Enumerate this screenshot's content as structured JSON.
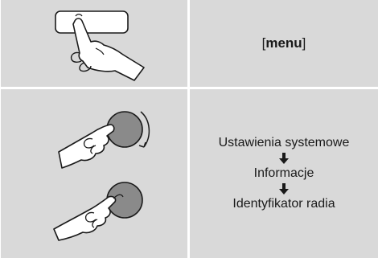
{
  "rows": [
    {
      "illustration": "finger-pressing-button-icon",
      "text": {
        "bracket_open": "[",
        "label": "menu",
        "bracket_close": "]"
      }
    },
    {
      "illustrations": [
        "hand-turning-knob-icon",
        "finger-pressing-knob-icon"
      ],
      "steps": [
        "Ustawienia systemowe",
        "Informacje",
        "Identyfikator radia"
      ],
      "separator_icon": "arrow-down-icon"
    }
  ],
  "colors": {
    "cell_background": "#d9d9d9",
    "grid_lines": "#ffffff",
    "knob_fill": "#8a8a8a",
    "text": "#1a1a1a"
  }
}
